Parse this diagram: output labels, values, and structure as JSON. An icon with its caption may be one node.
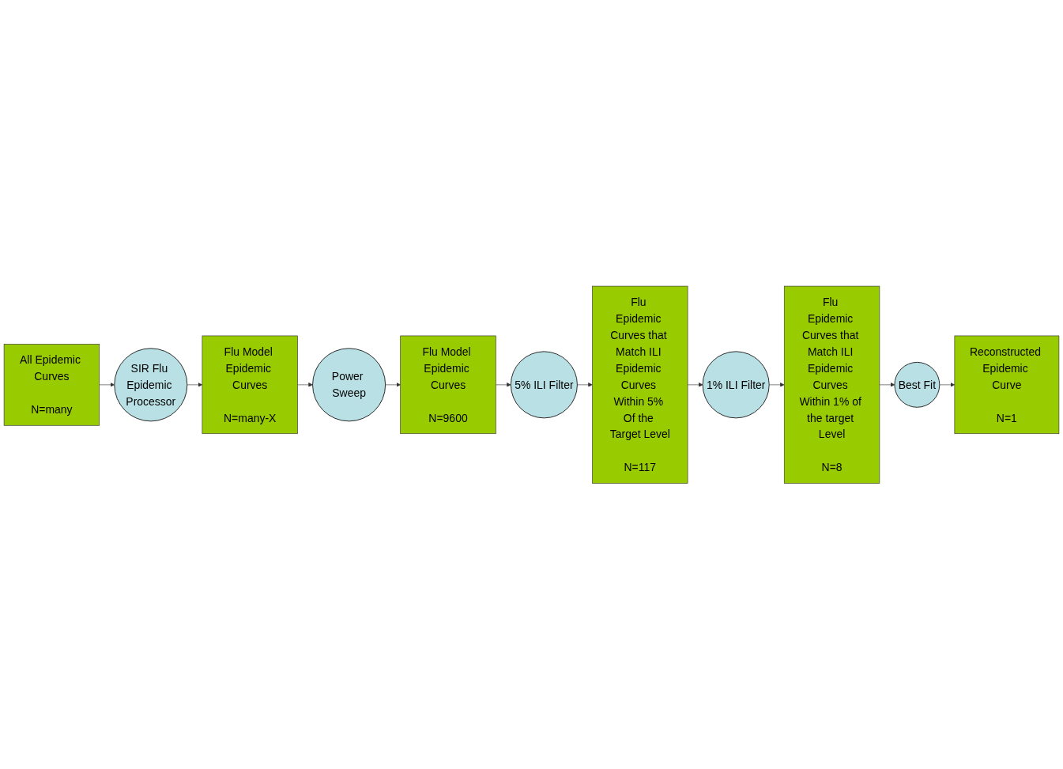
{
  "diagram": {
    "nodes": [
      {
        "text": [
          "All Epidemic Curves",
          "N=many"
        ]
      },
      {
        "text": [
          "SIR Flu Epidemic Processor"
        ]
      },
      {
        "text": [
          "Flu Model Epidemic Curves",
          "N=many-X"
        ]
      },
      {
        "text": [
          "Power Sweep"
        ]
      },
      {
        "text": [
          "Flu Model Epidemic Curves",
          "N=9600"
        ]
      },
      {
        "text": [
          "5% ILI Filter"
        ]
      },
      {
        "text": [
          "Flu Epidemic Curves that Match ILI Epidemic Curves Within 5% Of the Target Level",
          "N=117"
        ]
      },
      {
        "text": [
          "1% ILI Filter"
        ]
      },
      {
        "text": [
          "Flu Epidemic Curves that Match ILI Epidemic Curves Within 1% of the target Level",
          "N=8"
        ]
      },
      {
        "text": [
          "Best Fit"
        ]
      },
      {
        "text": [
          "Reconstructed Epidemic Curve",
          "N=1"
        ]
      }
    ],
    "edges": [
      {
        "from": 0,
        "to": 1,
        "arrow": "to"
      },
      {
        "from": 1,
        "to": 2,
        "arrow": "to"
      },
      {
        "from": 2,
        "to": 3,
        "arrow": "to"
      },
      {
        "from": 3,
        "to": 4,
        "arrow": "to"
      },
      {
        "from": 4,
        "to": 5,
        "arrow": "to"
      },
      {
        "from": 5,
        "to": 6,
        "arrow": "to"
      },
      {
        "from": 6,
        "to": 7,
        "arrow": "to"
      },
      {
        "from": 7,
        "to": 8,
        "arrow": "to"
      },
      {
        "from": 8,
        "to": 9,
        "arrow": "to"
      },
      {
        "from": 9,
        "to": 10,
        "arrow": "to"
      }
    ]
  }
}
